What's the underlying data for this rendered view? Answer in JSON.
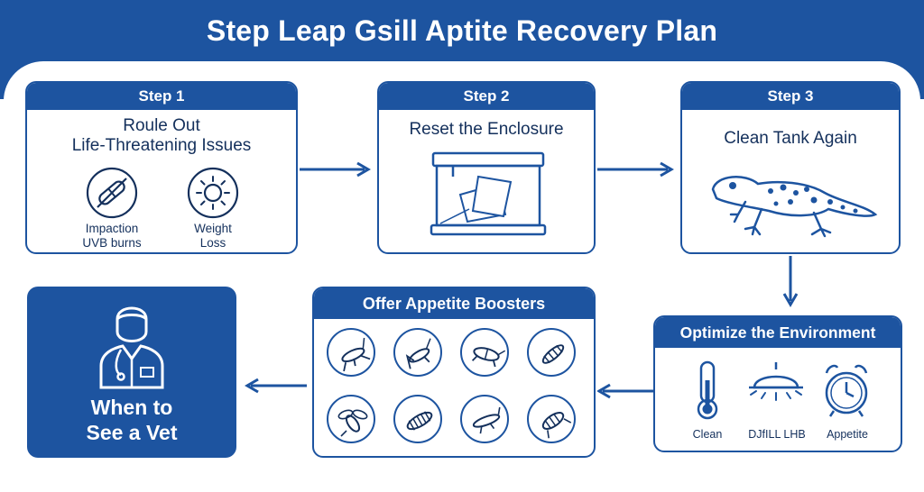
{
  "title": "Step Leap Gsill Aptite Recovery Plan",
  "step1": {
    "header": "Step 1",
    "line1": "Roule Out",
    "line2": "Life-Threatening Issues",
    "icon_left_label_1": "Impaction",
    "icon_left_label_2": "UVB burns",
    "icon_right_label_1": "Weight",
    "icon_right_label_2": "Loss"
  },
  "step2": {
    "header": "Step 2",
    "text": "Reset the Enclosure"
  },
  "step3": {
    "header": "Step 3",
    "text": "Clean Tank Again"
  },
  "environment": {
    "header": "Optimize the Environment",
    "labels": [
      "Clean",
      "DJfILL LHB",
      "Appetite"
    ]
  },
  "boosters": {
    "header": "Offer Appetite Boosters"
  },
  "vet": {
    "line1": "When to",
    "line2": "See a Vet"
  },
  "colors": {
    "primary": "#1d54a0",
    "text": "#14305c",
    "background": "#ffffff"
  }
}
